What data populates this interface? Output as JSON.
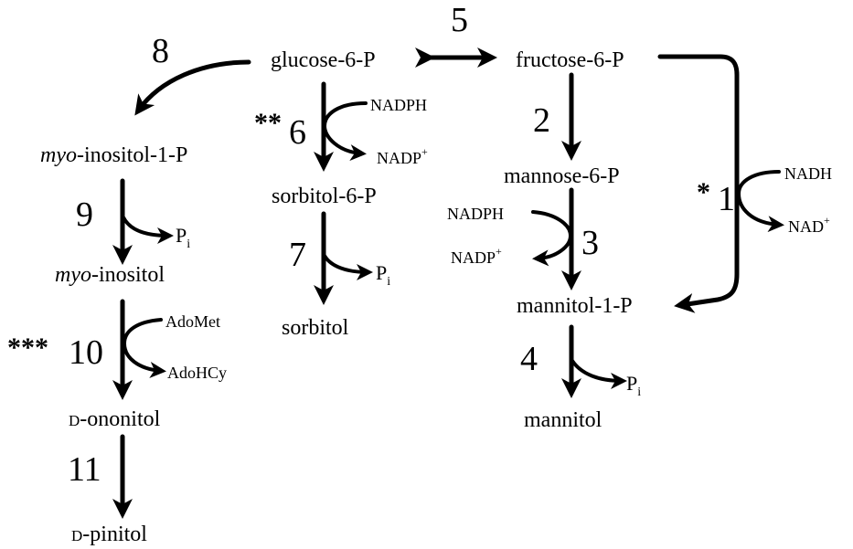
{
  "metabolites": {
    "glucose_6_p": "glucose-6-P",
    "fructose_6_p": "fructose-6-P",
    "myo_inositol_1_p_prefix": "myo",
    "myo_inositol_1_p_rest": "-inositol-1-P",
    "myo_inositol_prefix": "myo",
    "myo_inositol_rest": "-inositol",
    "d_ononitol_prefix": "D",
    "d_ononitol_rest": "-ononitol",
    "d_pinitol_prefix": "D",
    "d_pinitol_rest": "-pinitol",
    "sorbitol_6_p": "sorbitol-6-P",
    "sorbitol": "sorbitol",
    "mannose_6_p": "mannose-6-P",
    "mannitol_1_p": "mannitol-1-P",
    "mannitol": "mannitol"
  },
  "steps": {
    "s1": "1",
    "s2": "2",
    "s3": "3",
    "s4": "4",
    "s5": "5",
    "s6": "6",
    "s7": "7",
    "s8": "8",
    "s9": "9",
    "s10": "10",
    "s11": "11"
  },
  "markers": {
    "step1": "*",
    "step6": "**",
    "step10": "***"
  },
  "cofactors": {
    "nadph_6": "NADPH",
    "nadp_6": "NADP",
    "nadp_6_sup": "+",
    "nadph_3": "NADPH",
    "nadp_3": "NADP",
    "nadp_3_sup": "+",
    "nadh_1": "NADH",
    "nad_1": "NAD",
    "nad_1_sup": "+",
    "adomet": "AdoMet",
    "adohcy": "AdoHCy",
    "pi_main": "P",
    "pi_sub": "i"
  }
}
